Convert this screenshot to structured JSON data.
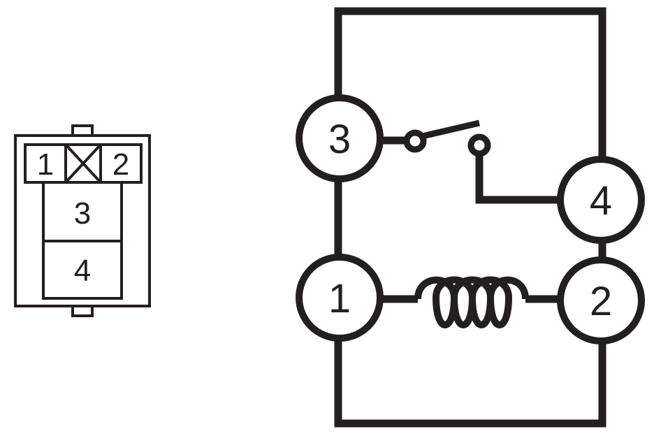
{
  "connector": {
    "pins": [
      {
        "id": "pin-1",
        "label": "1"
      },
      {
        "id": "pin-2",
        "label": "2"
      },
      {
        "id": "pin-3",
        "label": "3"
      },
      {
        "id": "pin-4",
        "label": "4"
      }
    ],
    "blank_cavity_icon": "x-mark-icon"
  },
  "schematic": {
    "terminals": [
      {
        "id": "terminal-3",
        "label": "3"
      },
      {
        "id": "terminal-4",
        "label": "4"
      },
      {
        "id": "terminal-1",
        "label": "1"
      },
      {
        "id": "terminal-2",
        "label": "2"
      }
    ],
    "switch_icon": "normally-open-switch-icon",
    "coil_icon": "relay-coil-icon"
  },
  "colors": {
    "line": "#231f20",
    "background": "#ffffff"
  }
}
